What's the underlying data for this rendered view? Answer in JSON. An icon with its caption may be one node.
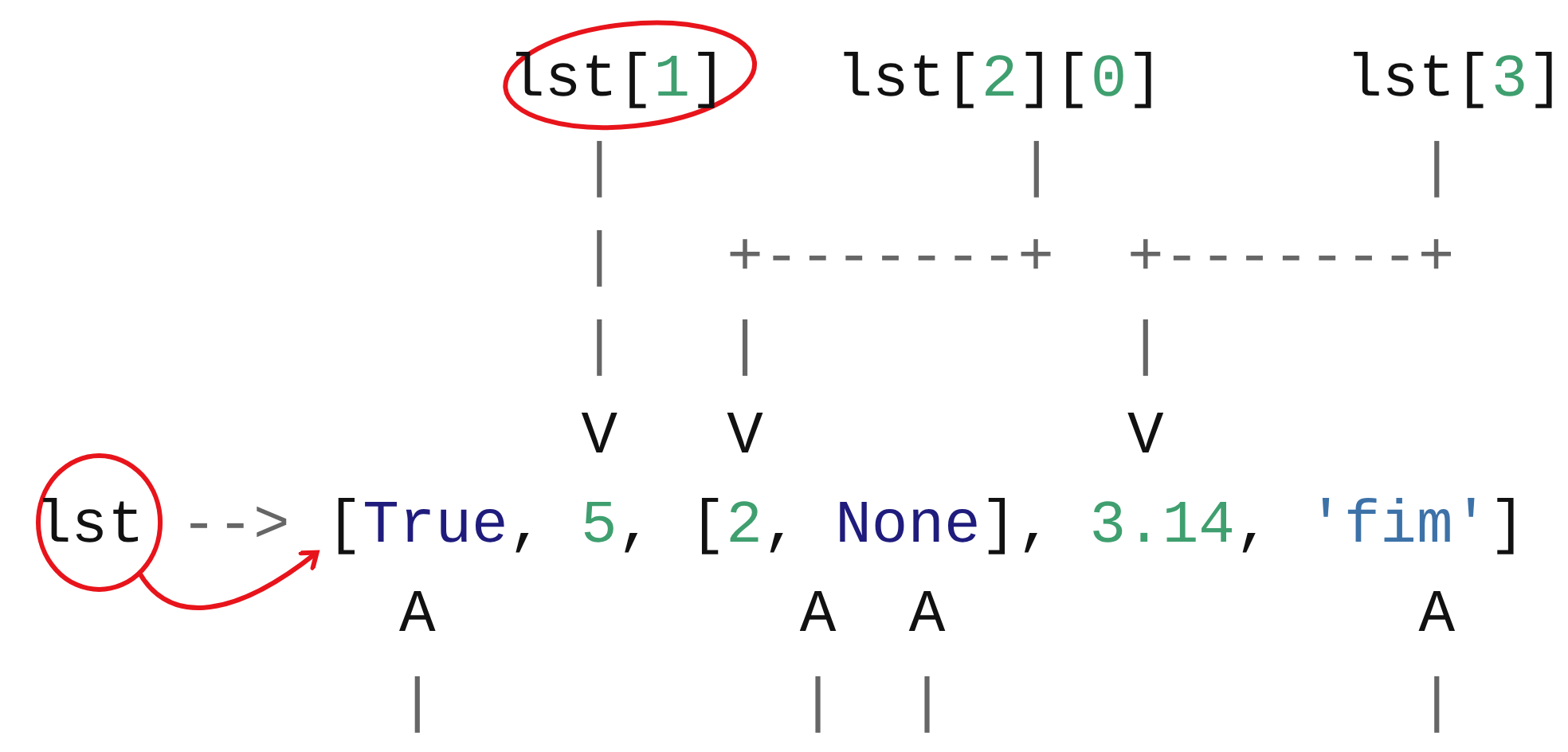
{
  "diagram": {
    "nodes": [
      {
        "text": [
          "lst[1]"
        ]
      },
      {
        "text": [
          "lst[2][0]"
        ]
      },
      {
        "text": [
          "lst[3]"
        ]
      },
      {
        "text": [
          "lst"
        ]
      },
      {
        "text": [
          "[True, 5, [2, None], 3.14, 'fim']"
        ]
      }
    ],
    "edges": [
      {
        "from": 3,
        "to": 4,
        "arrow": "to",
        "color": "#e8141b"
      }
    ],
    "labels": [
      "|",
      "|",
      "|",
      "|",
      "+-------+",
      "+-------+",
      "|",
      "|",
      "|",
      "V",
      "V",
      "V",
      "-->",
      "A",
      "A",
      "A",
      "A",
      "|",
      "|",
      "|",
      "|"
    ]
  }
}
